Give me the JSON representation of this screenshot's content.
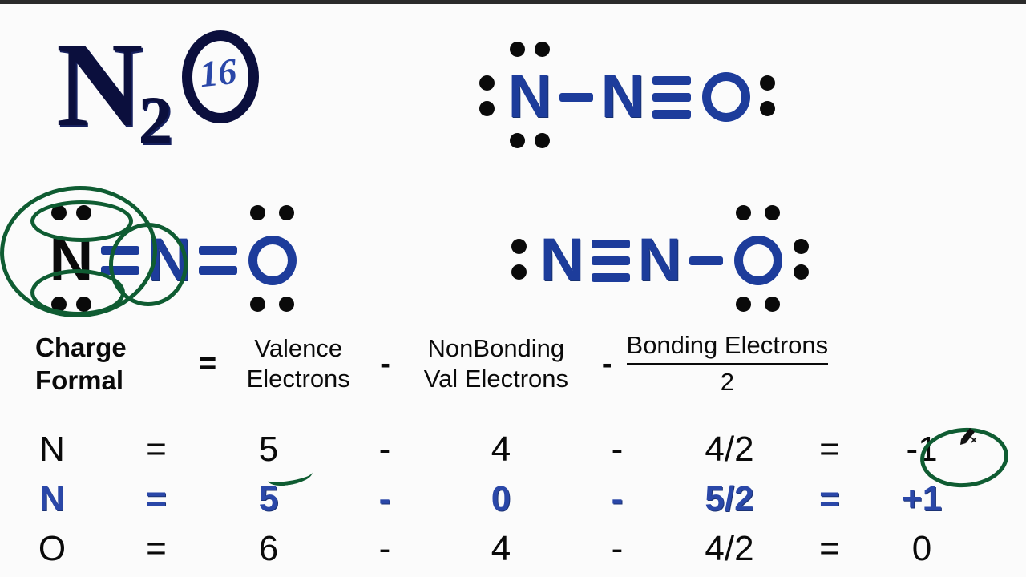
{
  "page": {
    "background": "#fbfbfb",
    "ink_blue": "#1d3c9b",
    "ink_black": "#0a0a0a",
    "ink_green": "#0f5c32"
  },
  "title": {
    "element": "N",
    "subscript": "2",
    "oxygen": "O",
    "valence_total": "16"
  },
  "structures": [
    {
      "id": "structure-top-right",
      "atoms": [
        {
          "symbol": "N",
          "color": "blue",
          "dots": [
            "top-left",
            "top-right",
            "left-top",
            "left-bottom",
            "bottom-left",
            "bottom-right"
          ]
        },
        {
          "symbol": "N",
          "color": "blue",
          "dots": []
        },
        {
          "symbol": "O",
          "color": "blue",
          "dots": [
            "right-top",
            "right-bottom"
          ]
        }
      ],
      "bonds": [
        "single",
        "triple"
      ]
    },
    {
      "id": "structure-middle-left",
      "atoms": [
        {
          "symbol": "N",
          "color": "black",
          "dots": [
            "top-left",
            "top-right",
            "bottom-left",
            "bottom-right"
          ]
        },
        {
          "symbol": "N",
          "color": "blue",
          "dots": []
        },
        {
          "symbol": "O",
          "color": "blue",
          "dots": [
            "top-left",
            "top-right",
            "bottom-left",
            "bottom-right"
          ]
        }
      ],
      "bonds": [
        "double",
        "double"
      ],
      "annotations": [
        "outer-circle",
        "top-lone-pair-ellipse",
        "bottom-lone-pair-ellipse",
        "bond-circle"
      ]
    },
    {
      "id": "structure-middle-right",
      "atoms": [
        {
          "symbol": "N",
          "color": "blue",
          "dots": [
            "left-top",
            "left-bottom"
          ]
        },
        {
          "symbol": "N",
          "color": "blue",
          "dots": []
        },
        {
          "symbol": "O",
          "color": "blue",
          "dots": [
            "top-left",
            "top-right",
            "right-top",
            "right-bottom",
            "bottom-left",
            "bottom-right"
          ]
        }
      ],
      "bonds": [
        "triple",
        "single"
      ]
    }
  ],
  "formula": {
    "charge_line1": "Charge",
    "charge_line2": "Formal",
    "equals": "=",
    "valence_line1": "Valence",
    "valence_line2": "Electrons",
    "minus1": "-",
    "nonbonding_line1": "NonBonding",
    "nonbonding_line2": "Val Electrons",
    "minus2": "-",
    "fraction_numerator": "Bonding Electrons",
    "fraction_denominator": "2"
  },
  "table": {
    "rows": [
      {
        "atom": "N",
        "color": "black",
        "eq1": "=",
        "valence": "5",
        "op1": "-",
        "nonbonding": "4",
        "op2": "-",
        "bonding": "4/2",
        "eq2": "=",
        "result": "-1",
        "highlighted": true
      },
      {
        "atom": "N",
        "color": "blue",
        "eq1": "=",
        "valence": "5",
        "op1": "-",
        "nonbonding": "0",
        "op2": "-",
        "bonding": "5/2",
        "eq2": "=",
        "result": "+1",
        "highlighted": false
      },
      {
        "atom": "O",
        "color": "black",
        "eq1": "=",
        "valence": "6",
        "op1": "-",
        "nonbonding": "4",
        "op2": "-",
        "bonding": "4/2",
        "eq2": "=",
        "result": "0",
        "highlighted": false
      }
    ]
  }
}
